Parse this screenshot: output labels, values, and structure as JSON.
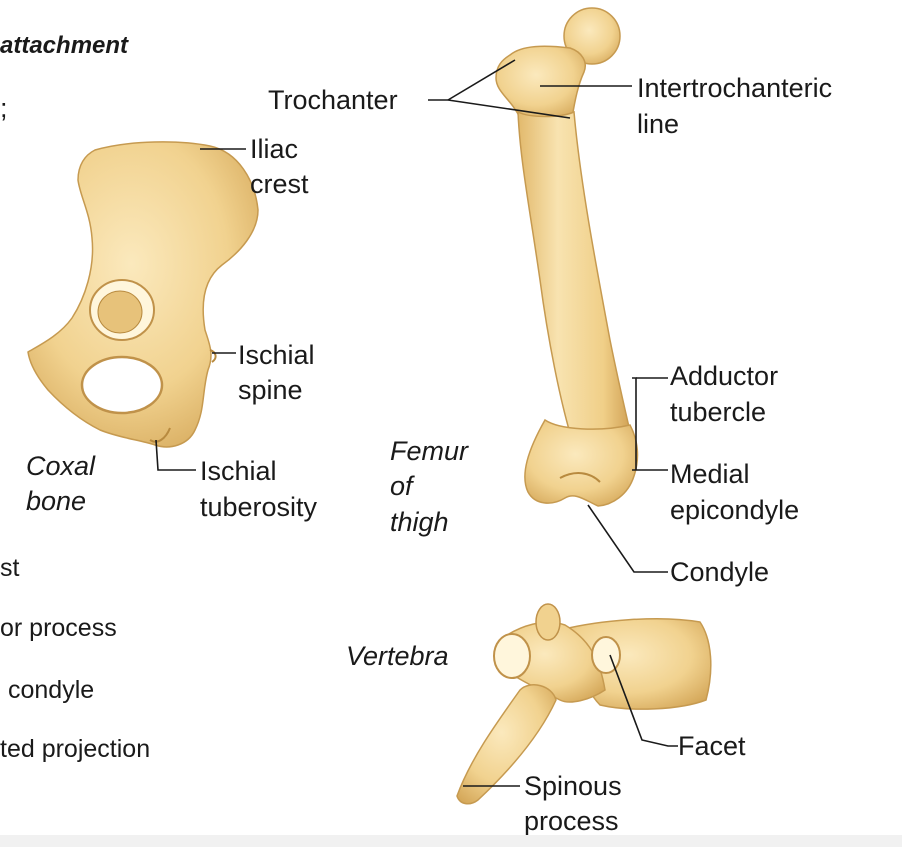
{
  "colors": {
    "bone_fill": "#f1d28f",
    "bone_light": "#f8e3b0",
    "bone_shade": "#d9ae62",
    "bone_dark": "#b88a3f",
    "line": "#1a1a1a"
  },
  "left_text": {
    "heading_fragment": "attachment",
    "semicolon": ";",
    "item1": "st",
    "item2": " or process",
    "item3": "condyle",
    "item4": "ted projection"
  },
  "coxal": {
    "caption_line1": "Coxal",
    "caption_line2": "bone",
    "iliac_crest_1": "Iliac",
    "iliac_crest_2": "crest",
    "ischial_spine_1": "Ischial",
    "ischial_spine_2": "spine",
    "ischial_tuberosity_1": "Ischial",
    "ischial_tuberosity_2": "tuberosity"
  },
  "femur": {
    "caption_line1": "Femur",
    "caption_line2": "of",
    "caption_line3": "thigh",
    "trochanter": "Trochanter",
    "intertrochanteric_1": "Intertrochanteric",
    "intertrochanteric_2": "line",
    "adductor_1": "Adductor",
    "adductor_2": "tubercle",
    "medial_epicondyle_1": "Medial",
    "medial_epicondyle_2": "epicondyle",
    "condyle": "Condyle"
  },
  "vertebra": {
    "caption": "Vertebra",
    "facet": "Facet",
    "spinous_1": "Spinous",
    "spinous_2": "process"
  }
}
